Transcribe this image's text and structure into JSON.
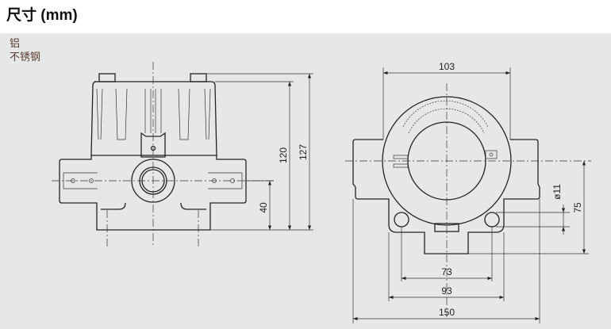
{
  "title": "尺寸 (mm)",
  "legend": [
    "铝",
    "不锈钢"
  ],
  "side_view": {
    "dims": {
      "h40": "40",
      "h120": "120",
      "h127": "127"
    }
  },
  "front_view": {
    "dims": {
      "w103": "103",
      "d11": "ø11",
      "h75": "75",
      "w73": "73",
      "w93": "93",
      "w150": "150"
    }
  }
}
